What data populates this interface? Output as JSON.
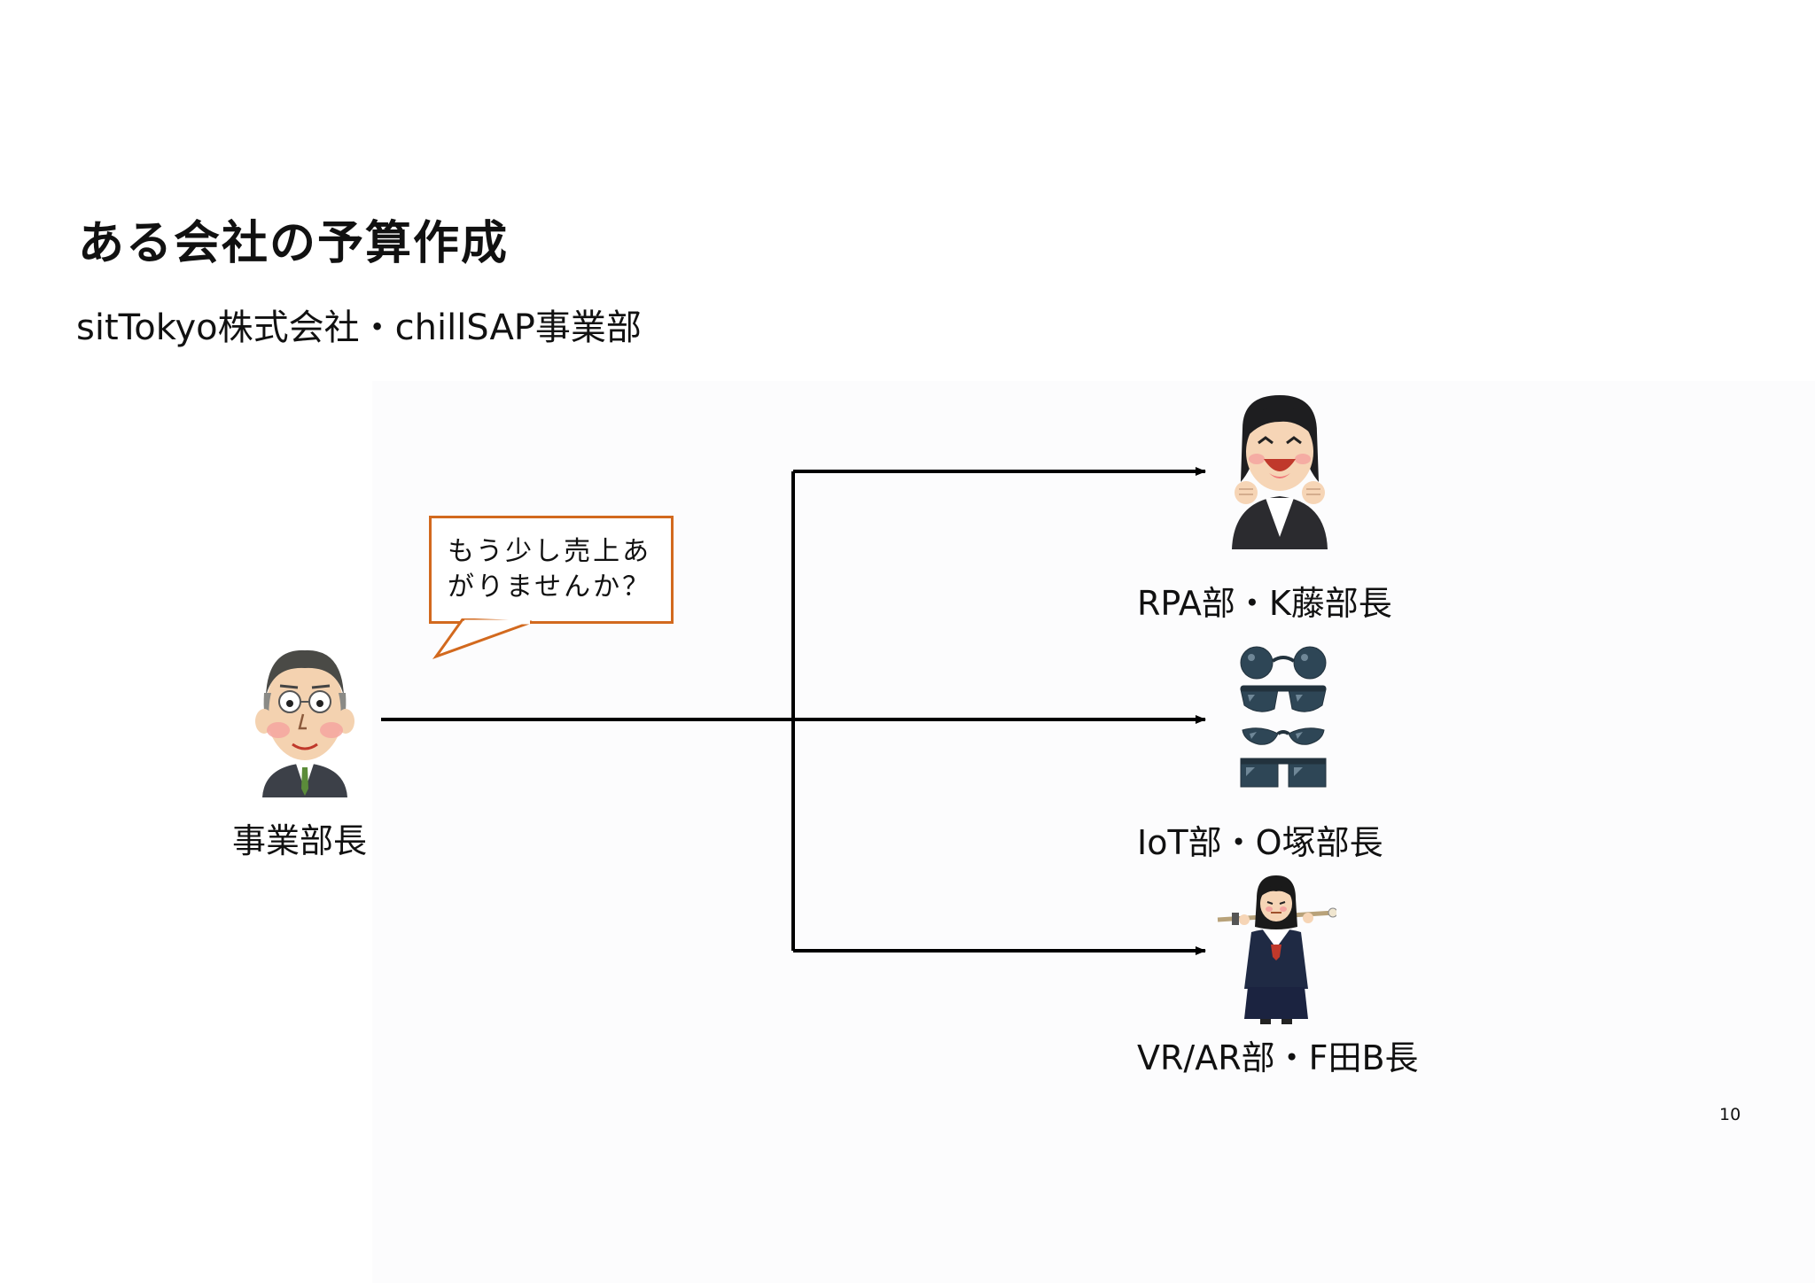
{
  "slide": {
    "title": "ある会社の予算作成",
    "subtitle": "sitTokyo株式会社・chillSAP事業部",
    "page_number": "10"
  },
  "speech_bubble": {
    "text": "もう少し売上あ\nがりませんか？"
  },
  "manager": {
    "label": "事業部長",
    "icon": "elderly-manager-icon"
  },
  "departments": [
    {
      "label": "RPA部・K藤部長",
      "icon": "cheering-businesswoman-icon"
    },
    {
      "label": "IoT部・O塚部長",
      "icon": "sunglasses-icon"
    },
    {
      "label": "VR/AR部・F田B長",
      "icon": "schoolgirl-with-sword-icon"
    }
  ],
  "colors": {
    "bubble_border": "#d2691e",
    "arrow": "#000000"
  }
}
